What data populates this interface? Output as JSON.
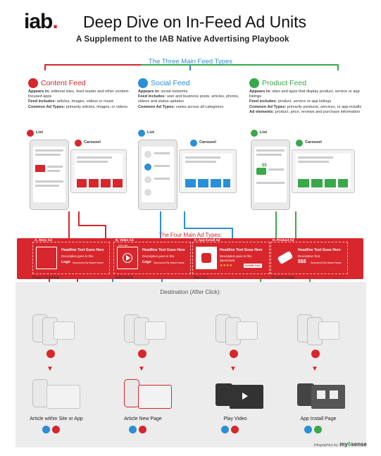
{
  "header": {
    "logo": "iab",
    "logo_dot": ".",
    "title": "Deep Dive on In-Feed Ad Units",
    "subtitle": "A Supplement to the IAB Native Advertising Playbook"
  },
  "feed_types": {
    "title": "The Three Main Feed Types",
    "feeds": [
      {
        "name": "Content Feed",
        "color": "#d7262c",
        "lines": [
          {
            "k": "Appears in:",
            "v": " editorial sites, feed reader and other content-focused apps"
          },
          {
            "k": "Feed includes:",
            "v": " articles, images, videos or music"
          },
          {
            "k": "Common Ad Types:",
            "v": " primarily articles, images, or videos"
          }
        ]
      },
      {
        "name": "Social Feed",
        "color": "#2a8fd6",
        "lines": [
          {
            "k": "Appears in:",
            "v": " social networks"
          },
          {
            "k": "Feed includes:",
            "v": " user and business posts, articles, photos, videos and status updates"
          },
          {
            "k": "Common Ad Types:",
            "v": " varies across all categories"
          }
        ]
      },
      {
        "name": "Product Feed",
        "color": "#39a849",
        "lines": [
          {
            "k": "Appears in:",
            "v": " sites and apps that display product, service or app listings"
          },
          {
            "k": "Feed includes:",
            "v": " product, service or app listings"
          },
          {
            "k": "Common Ad Types:",
            "v": " primarily products, services, or app installs"
          },
          {
            "k": "Ad elements:",
            "v": " product, price, reviews and purchase information"
          }
        ]
      }
    ],
    "list_label": "List",
    "carousel_label": "Carousel",
    "price": "$$"
  },
  "ad_types": {
    "title": "The Four Main Ad Types:",
    "ads": [
      {
        "tag": "A. Story Ad",
        "headline": "Headline Text Goes Here",
        "desc": "Description goes in this",
        "logo": "Logo",
        "sponsor": "Sponsored By Brand Name",
        "under": "Image Thumbnail"
      },
      {
        "tag": "B. Video Ad",
        "headline": "Headline Text Goes Here",
        "desc": "Description goes in this",
        "logo": "Logo",
        "sponsor": "Sponsored By Brand Name",
        "under": "Video Asset",
        "time": "0:30 video"
      },
      {
        "tag": "C. App Install Ad",
        "headline": "Headline Text Goes Here",
        "desc": "Description goes in this",
        "extra": "Sponsored",
        "stars": "★★★★",
        "download": "DOWNLOAD",
        "under": "App Icon"
      },
      {
        "tag": "D. Product Ad",
        "headline": "Headline Text Goes Here",
        "desc": "Description Text",
        "price": "$$$",
        "sponsor": "Sponsored By Brand Name",
        "under": "Product Image"
      }
    ]
  },
  "destination": {
    "title": "Destination (After Click):",
    "items": [
      {
        "caption": "Article within Site or App"
      },
      {
        "caption": "Article New Page"
      },
      {
        "caption": "Play Video"
      },
      {
        "caption": "App Install Page"
      }
    ]
  },
  "credit": {
    "prefix": "Infographics by:",
    "brand": "my",
    "brand_num": "6",
    "brand_end": "sense"
  },
  "colors": {
    "red": "#d7262c",
    "blue": "#2a8fd6",
    "green": "#39a849"
  }
}
